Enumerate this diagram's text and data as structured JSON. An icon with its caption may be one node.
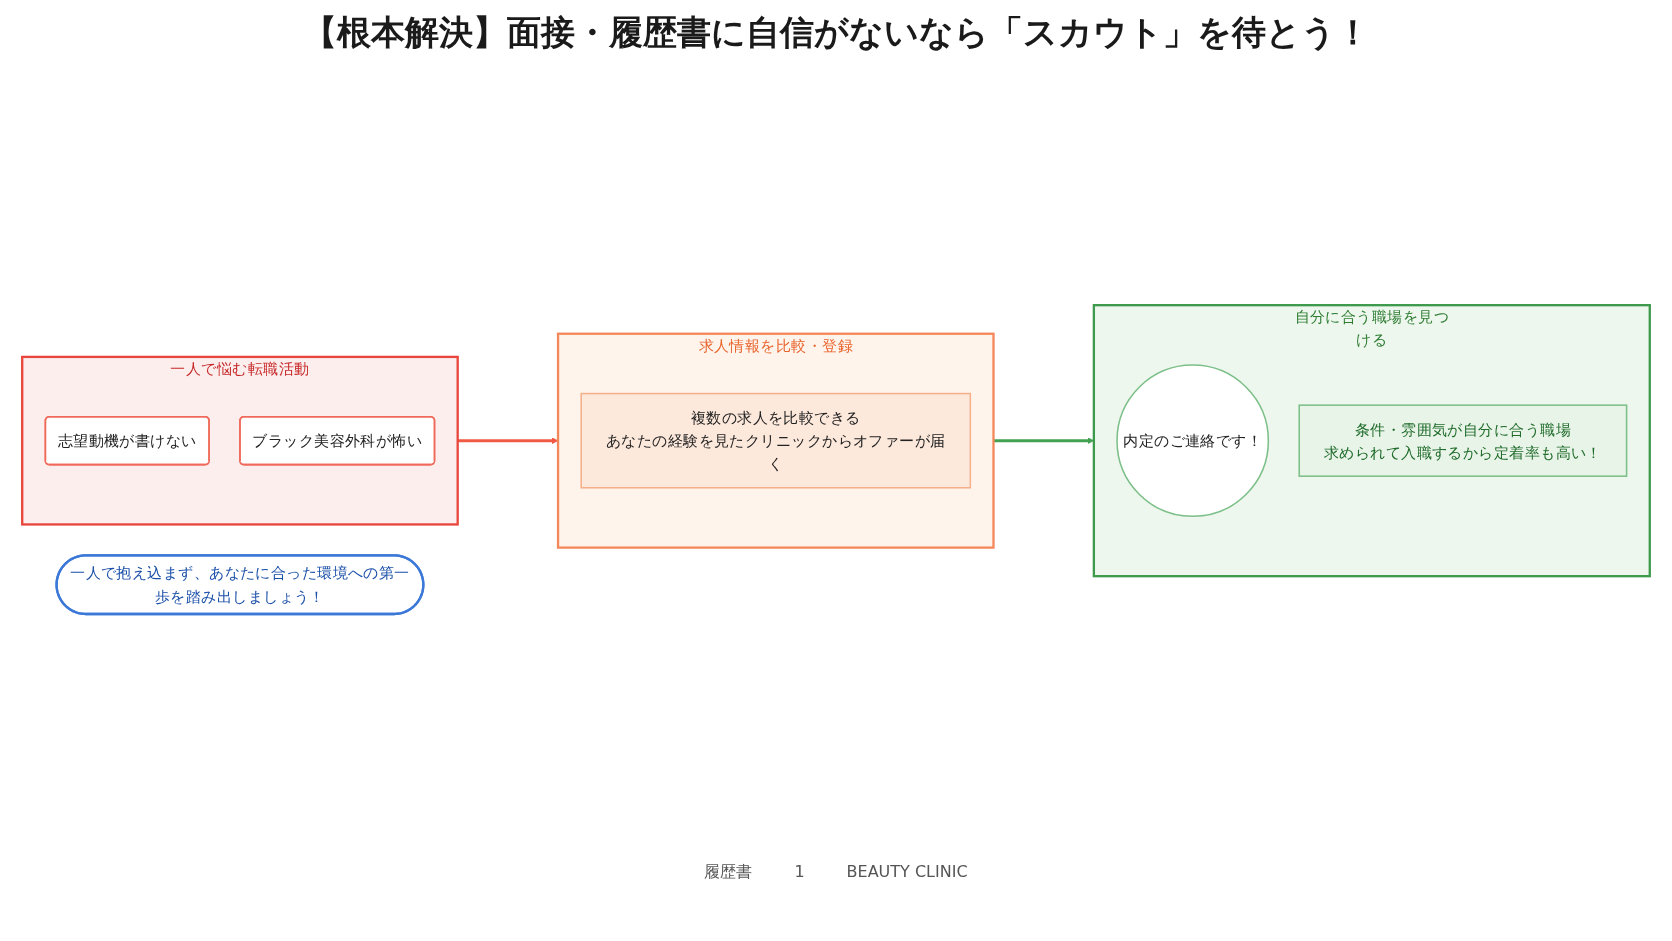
{
  "diagram": {
    "title": "【根本解決】面接・履歴書に自信がないなら「スカウト」を待とう！",
    "nodes": [
      {
        "text": [
          "一人で悩む転職活動"
        ]
      },
      {
        "text": [
          "志望動機が書けない"
        ],
        "in": 0
      },
      {
        "text": [
          "ブラック美容外科が怖い"
        ],
        "in": 0
      },
      {
        "text": [
          "求人情報を比較・登録"
        ]
      },
      {
        "text": [
          "複数の求人を比較できる",
          "あなたの経験を見たクリニックからオファーが届く"
        ],
        "in": 3
      },
      {
        "text": [
          "自分に合う職場を見つける"
        ]
      },
      {
        "text": [
          "内定のご連絡です！"
        ],
        "in": 5
      },
      {
        "text": [
          "条件・雰囲気が自分に合う職場",
          "求められて入職するから定着率も高い！"
        ],
        "in": 5
      },
      {
        "text": [
          "一人で抱え込まず、あなたに合った環境への第一歩を踏み出しましょう！"
        ]
      }
    ],
    "edges": [
      {
        "from": 0,
        "to": 3,
        "arrow": "to",
        "color": "#f05a44"
      },
      {
        "from": 3,
        "to": 5,
        "arrow": "to",
        "color": "#43a152"
      }
    ],
    "labels": [
      "履歴書",
      "1",
      "BEAUTY CLINIC"
    ]
  }
}
